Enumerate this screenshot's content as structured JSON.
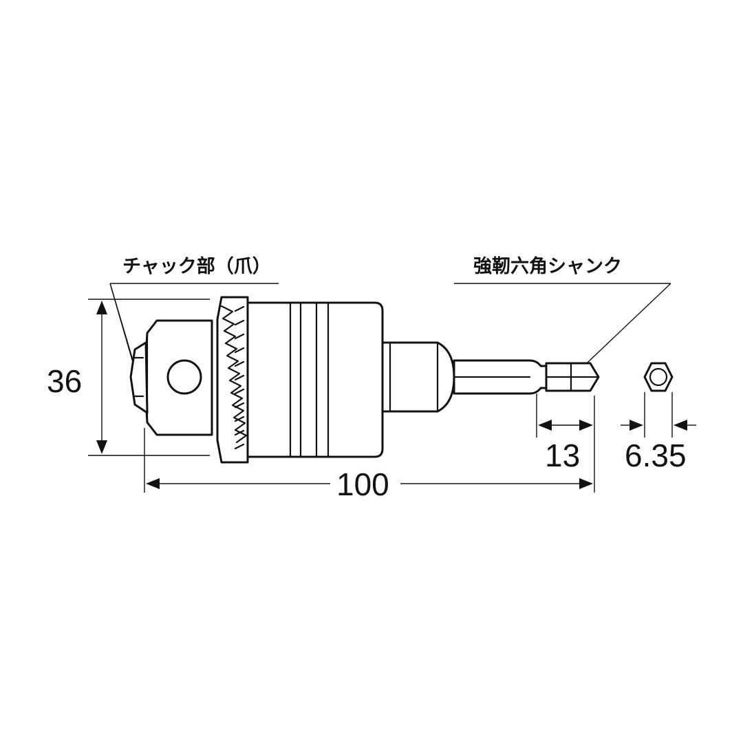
{
  "labels": {
    "chuck_part": "チャック部（爪）",
    "hex_shank": "強靭六角シャンク"
  },
  "dimensions": {
    "diameter": "36",
    "total_length": "100",
    "shank_length": "13",
    "hex_size": "6.35"
  },
  "colors": {
    "line": "#111111",
    "background": "#ffffff"
  }
}
